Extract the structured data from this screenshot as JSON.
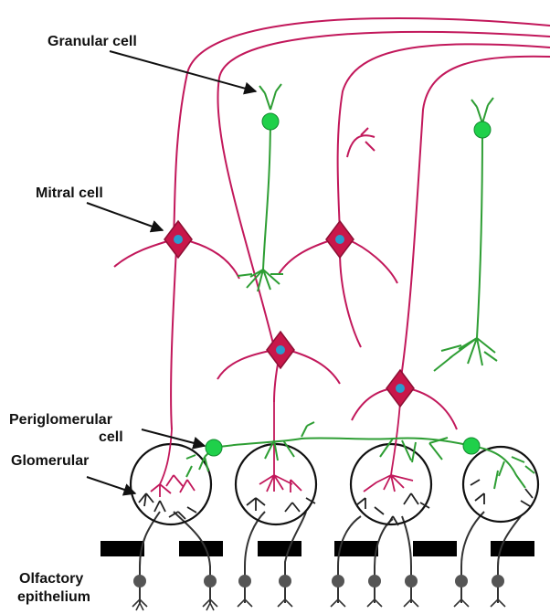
{
  "labels": {
    "granular_cell": "Granular cell",
    "mitral_cell": "Mitral cell",
    "periglomerular_line1": "Periglomerular",
    "periglomerular_line2": "cell",
    "glomerular": "Glomerular",
    "olfactory_line1": "Olfactory",
    "olfactory_line2": "epithelium"
  },
  "colors": {
    "mitral": "#c2185b",
    "mitral_fill": "#c8174a",
    "nucleus": "#2a9ccf",
    "granular": "#2e9e34",
    "granular_soma": "#1fd04a",
    "receptor": "#3a3a3a",
    "glomerulus_outline": "#111111",
    "bar": "#000000"
  }
}
